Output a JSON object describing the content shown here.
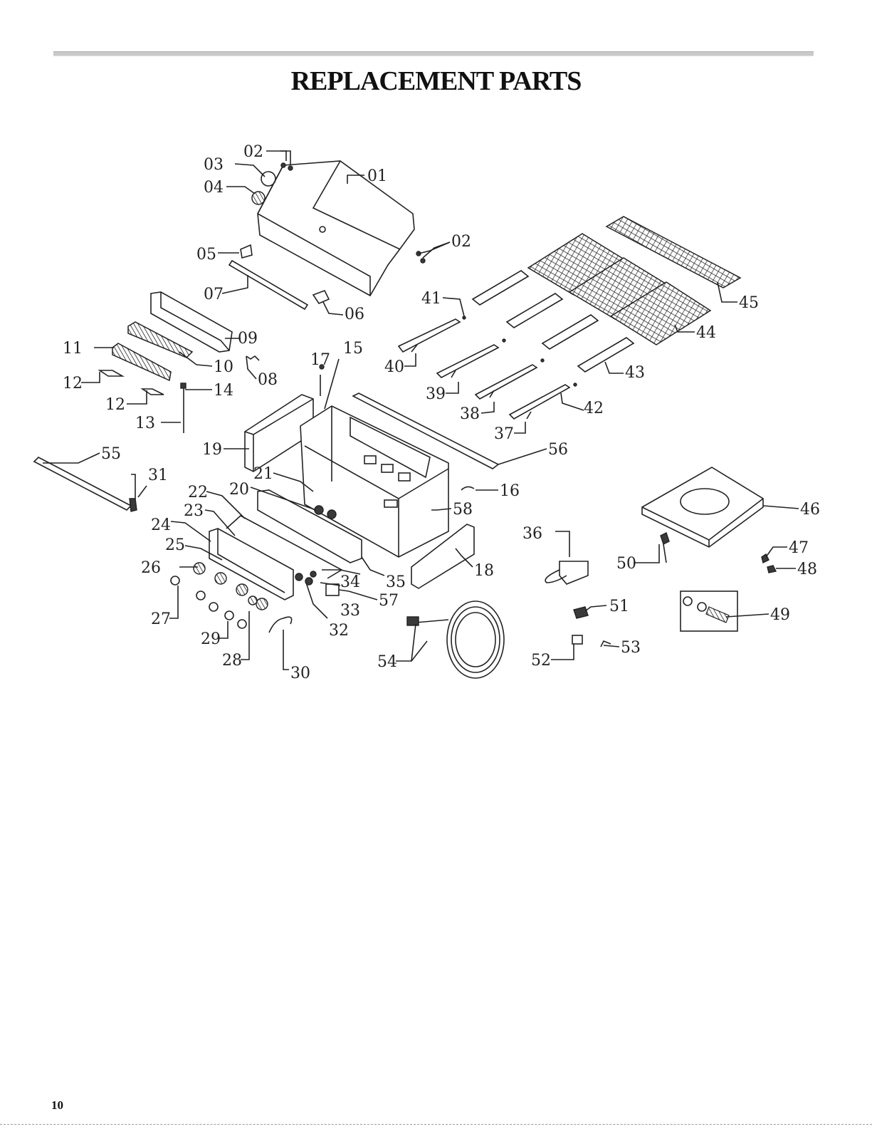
{
  "document": {
    "title": "REPLACEMENT PARTS",
    "page_number": "10"
  },
  "callouts": [
    "01",
    "02",
    "03",
    "04",
    "05",
    "06",
    "07",
    "08",
    "09",
    "10",
    "11",
    "12",
    "13",
    "14",
    "15",
    "16",
    "17",
    "18",
    "19",
    "20",
    "21",
    "22",
    "23",
    "24",
    "25",
    "26",
    "27",
    "28",
    "29",
    "30",
    "31",
    "32",
    "33",
    "34",
    "35",
    "36",
    "37",
    "38",
    "39",
    "40",
    "41",
    "42",
    "43",
    "44",
    "45",
    "46",
    "47",
    "48",
    "49",
    "50",
    "51",
    "52",
    "53",
    "54",
    "55",
    "56",
    "57",
    "58"
  ]
}
